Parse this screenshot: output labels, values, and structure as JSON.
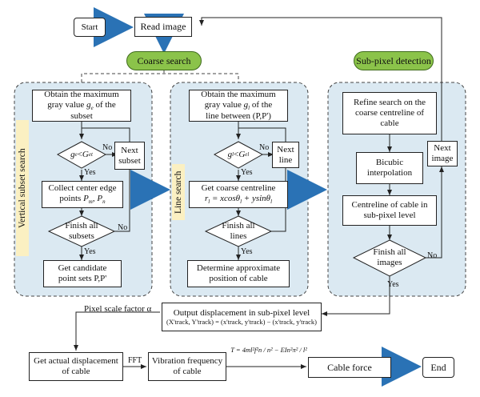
{
  "start": "Start",
  "end": "End",
  "read_image": "Read image",
  "coarse_search": "Coarse search",
  "subpixel_detection": "Sub-pixel detection",
  "vertical_subset_search": "Vertical subset search",
  "line_search": "Line search",
  "panel1": {
    "obtain_max_line1": "Obtain the maximum",
    "obtain_max_line2_a": "gray value ",
    "obtain_max_line2_var": "g",
    "obtain_max_line2_sub": "e",
    "obtain_max_line2_b": " of the",
    "obtain_max_line3": "subset",
    "decision_var": "g",
    "decision_sub": "e",
    "decision_op": " < ",
    "decision_rhs": "G",
    "decision_rhs_sub": "et",
    "no_label": "No",
    "yes_label": "Yes",
    "next_subset_line1": "Next",
    "next_subset_line2": "subset",
    "collect_line1": "Collect center edge",
    "collect_line2_a": "points ",
    "collect_line2_p": "P",
    "collect_line2_m": "m",
    "collect_line2_comma": ", ",
    "collect_line2_n_p": "P",
    "collect_line2_n": "n",
    "finish_line1": "Finish all",
    "finish_line2": "subsets",
    "finish_no": "No",
    "finish_yes": "Yes",
    "candidate_line1": "Get candidate",
    "candidate_line2": "point sets P,P'"
  },
  "panel2": {
    "obtain_max_line1": "Obtain the maximum",
    "obtain_max_line2_a": "gray value ",
    "obtain_max_line2_var": "g",
    "obtain_max_line2_sub": "l",
    "obtain_max_line2_b": " of the",
    "obtain_max_line3": "line between (P,P')",
    "decision_var": "g",
    "decision_sub": "l",
    "decision_op": " < ",
    "decision_rhs": "G",
    "decision_rhs_sub": "el",
    "no_label": "No",
    "yes_label": "Yes",
    "next_line_line1": "Next",
    "next_line_line2": "line",
    "coarse_line1": "Get coarse centreline",
    "coarse_line2": "r",
    "coarse_line2_sub": "l",
    "coarse_line2_rest": " = xcosθ",
    "coarse_line2_sub2": "l",
    "coarse_line2_rest2": " + ysinθ",
    "coarse_line2_sub3": "l",
    "finish_line1": "Finish all",
    "finish_line2": "lines",
    "finish_yes": "Yes",
    "determine_line1": "Determine approximate",
    "determine_line2": "position of cable"
  },
  "panel3": {
    "refine_line1": "Refine search on the",
    "refine_line2": "coarse centreline of",
    "refine_line3": "cable",
    "bicubic_line1": "Bicubic",
    "bicubic_line2": "interpolation",
    "centreline_line1": "Centreline of cable in",
    "centreline_line2": "sub-pixel level",
    "finish_line1": "Finish all",
    "finish_line2": "images",
    "finish_no": "No",
    "finish_yes": "Yes",
    "next_image_line1": "Next",
    "next_image_line2": "image"
  },
  "output_line1": "Output displacement in sub-pixel level",
  "output_line2": "(X'track, Y'track) = (x'track, y'track) − (x'track, y'track)",
  "pixel_scale": "Pixel scale factor α",
  "actual_disp_line1": "Get actual displacement",
  "actual_disp_line2": "of cable",
  "fft": "FFT",
  "vibration_line1": "Vibration frequency",
  "vibration_line2": "of cable",
  "tension_formula": "T = 4ml²f²n / n² − EIn²π² / l²",
  "cable_force": "Cable force",
  "colors": {
    "panel_fill": "#dbe9f2",
    "pill_green": "#8bc34a",
    "arrow_blue": "#2a72b5",
    "side_label_fill": "#fbf0c2"
  }
}
